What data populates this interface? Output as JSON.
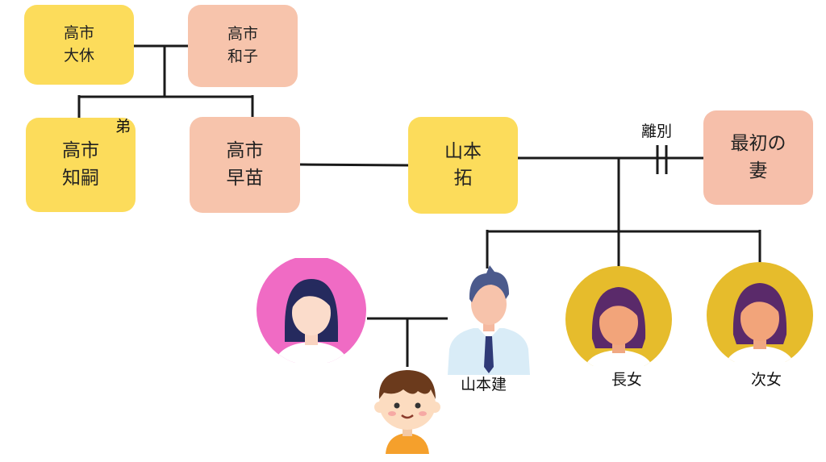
{
  "people": {
    "grandfather": "高市\n大休",
    "grandmother": "高市\n和子",
    "brother": "高市\n知嗣",
    "sanae": "高市\n早苗",
    "taku": "山本\n拓",
    "first_wife": "最初の\n妻",
    "son": "山本建",
    "eldest_daughter": "長女",
    "second_daughter": "次女"
  },
  "labels": {
    "younger_brother": "弟",
    "divorce": "離別"
  },
  "colors": {
    "yellow_box": "#fcdc5b",
    "peach_box": "#f7c4ac",
    "line": "#1a1a1a",
    "pink_circle": "#f06bc4",
    "gold_circle": "#e6bc2c"
  },
  "icons": [
    "woman-avatar-icon",
    "man-avatar-icon",
    "boy-avatar-icon",
    "girl-avatar-icon"
  ]
}
